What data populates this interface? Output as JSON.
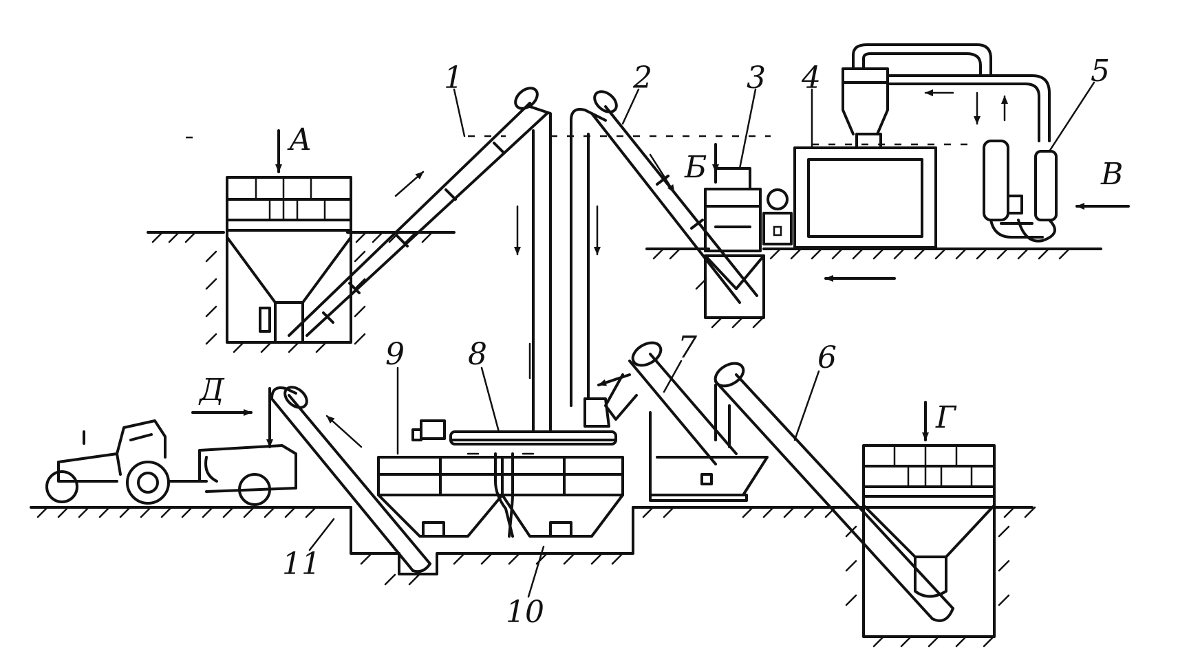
{
  "labels": {
    "n1": "1",
    "n2": "2",
    "n3": "3",
    "n4": "4",
    "n5": "5",
    "n6": "6",
    "n7": "7",
    "n8": "8",
    "n9": "9",
    "n10": "10",
    "n11": "11",
    "A": "А",
    "B": "Б",
    "V": "В",
    "G": "Г",
    "D": "Д"
  },
  "colors": {
    "ink": "#111111",
    "paper": "#ffffff"
  }
}
